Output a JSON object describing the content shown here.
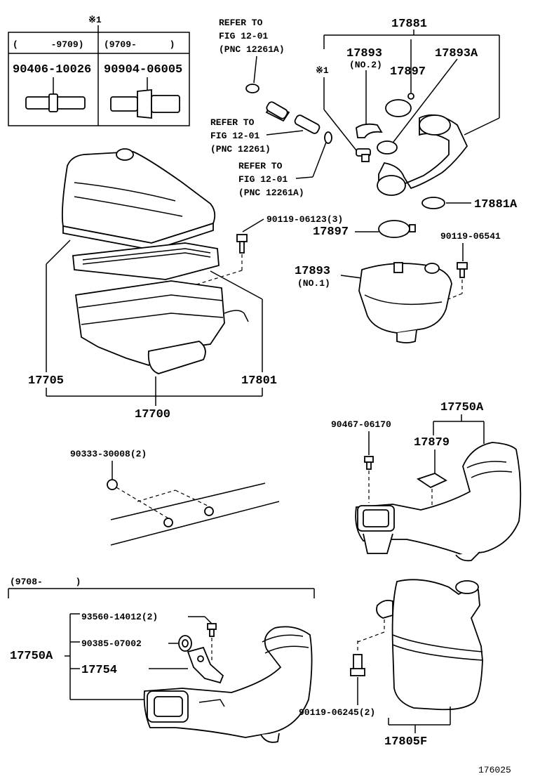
{
  "inset": {
    "marker": "※1",
    "col1_range": "(      -9709)",
    "col2_range": "(9709-      )",
    "col1_part": "90406-10026",
    "col2_part": "90904-06005"
  },
  "refs": {
    "ref1_lines": [
      "REFER TO",
      "FIG 12-01",
      "(PNC 12261A)"
    ],
    "ref2_lines": [
      "REFER TO",
      "FIG 12-01",
      "(PNC 12261)"
    ],
    "ref3_lines": [
      "REFER TO",
      "FIG 12-01",
      "(PNC 12261A)"
    ]
  },
  "parts": {
    "p17881": "17881",
    "p17893_top": "17893",
    "p17893_top_sub": "(NO.2)",
    "p17893A": "17893A",
    "p17897_top": "17897",
    "marker_mid": "※1",
    "p17881A": "17881A",
    "p90119_06123": "90119-06123(3)",
    "p17897": "17897",
    "p90119_06541": "90119-06541",
    "p17893_mid": "17893",
    "p17893_mid_sub": "(NO.1)",
    "p17705": "17705",
    "p17801": "17801",
    "p17700": "17700",
    "p17750A_right": "17750A",
    "p90467_06170": "90467-06170",
    "p17879": "17879",
    "p90333_30008": "90333-30008(2)",
    "range_9708": "(9708-      )",
    "p93560_14012": "93560-14012(2)",
    "p90385_07002": "90385-07002",
    "p17750A_left": "17750A",
    "p17754": "17754",
    "p90119_06245": "90119-06245(2)",
    "p17805F": "17805F",
    "figure_no": "176025"
  }
}
